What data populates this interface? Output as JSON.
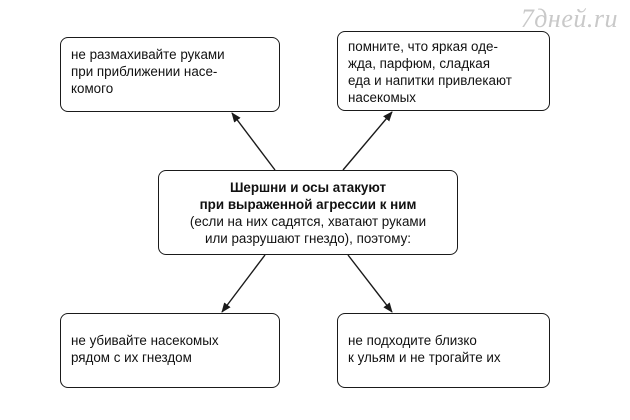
{
  "watermark": "7дней.ru",
  "center": {
    "title_line1": "Шершни и осы атакуют",
    "title_line2": "при выраженной агрессии к ним",
    "sub_line1": "(если на них садятся, хватают руками",
    "sub_line2": "или разрушают гнездо), поэтому:"
  },
  "top_left": {
    "line1": "не размахивайте руками",
    "line2": "при приближении насе-",
    "line3": "комого"
  },
  "top_right": {
    "line1": "помните, что яркая оде-",
    "line2": "жда, парфюм, сладкая",
    "line3": "еда и напитки привлекают",
    "line4": "насекомых"
  },
  "bottom_left": {
    "line1": "не убивайте насекомых",
    "line2": "рядом с их гнездом"
  },
  "bottom_right": {
    "line1": "не подходите близко",
    "line2": "к ульям и не трогайте их"
  },
  "colors": {
    "stroke": "#1a1a1a",
    "watermark": "#c9c9c9"
  }
}
